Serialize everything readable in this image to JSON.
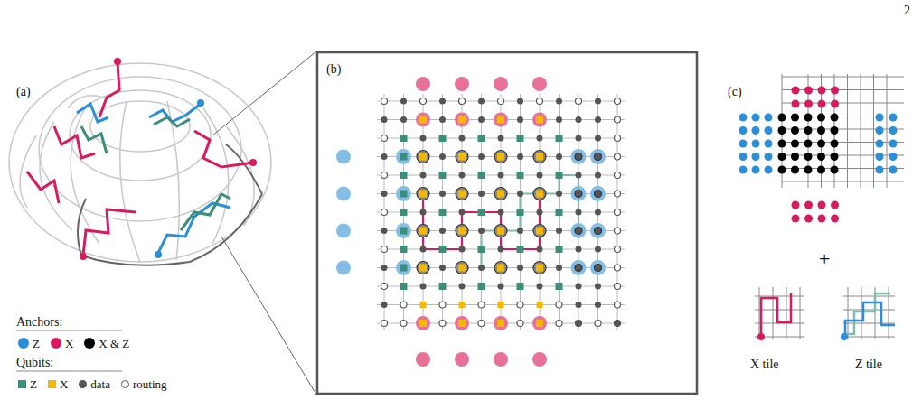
{
  "diagram": {
    "labels": [
      "2",
      "(a)",
      "(b)",
      "(c)",
      "Anchors:",
      "Qubits:",
      "+",
      "X tile",
      "Z tile"
    ],
    "legend": [
      {
        "text": "Z",
        "color": "#2a8fd8"
      },
      {
        "text": "X",
        "color": "#d81b60"
      },
      {
        "text": "X & Z",
        "color": "#000000"
      },
      {
        "text": "Z",
        "color": "#3b8f7a"
      },
      {
        "text": "X",
        "color": "#f5b800"
      },
      {
        "text": "data",
        "color": "#555555"
      },
      {
        "text": "routing"
      }
    ]
  }
}
